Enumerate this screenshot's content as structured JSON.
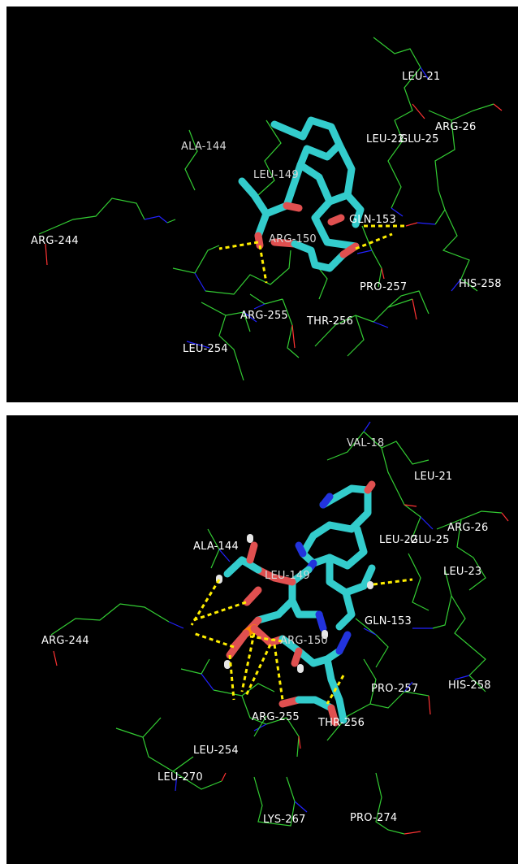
{
  "colors": {
    "background": "#000000",
    "residue_wire": "#33cc33",
    "nitrogen": "#2222ff",
    "oxygen": "#ff3333",
    "ligand_carbon": "#33cccc",
    "ligand_oxygen": "#e05050",
    "ligand_nitrogen": "#2233dd",
    "phosphorus": "#ff8800",
    "hydrogen": "#e6e6e6",
    "hbond": "#ffee00",
    "label": "#ffffff"
  },
  "panels": {
    "top": {
      "labels": [
        {
          "text": "LEU-21"
        },
        {
          "text": "ARG-26"
        },
        {
          "text": "ALA-144"
        },
        {
          "text": "LEU-22"
        },
        {
          "text": "GLU-25"
        },
        {
          "text": "LEU-149"
        },
        {
          "text": "ARG-244"
        },
        {
          "text": "GLN-153"
        },
        {
          "text": "ARG-150"
        },
        {
          "text": "PRO-257"
        },
        {
          "text": "HIS-258"
        },
        {
          "text": "ARG-255"
        },
        {
          "text": "THR-256"
        },
        {
          "text": "LEU-254"
        }
      ]
    },
    "bottom": {
      "labels": [
        {
          "text": "VAL-18"
        },
        {
          "text": "LEU-21"
        },
        {
          "text": "ARG-26"
        },
        {
          "text": "ALA-144"
        },
        {
          "text": "LEU-22"
        },
        {
          "text": "GLU-25"
        },
        {
          "text": "LEU-23"
        },
        {
          "text": "LEU-149"
        },
        {
          "text": "ARG-244"
        },
        {
          "text": "GLN-153"
        },
        {
          "text": "ARG-150"
        },
        {
          "text": "PRO-257"
        },
        {
          "text": "HIS-258"
        },
        {
          "text": "ARG-255"
        },
        {
          "text": "THR-256"
        },
        {
          "text": "LEU-254"
        },
        {
          "text": "LEU-270"
        },
        {
          "text": "LYS-267"
        },
        {
          "text": "PRO-274"
        }
      ]
    }
  }
}
